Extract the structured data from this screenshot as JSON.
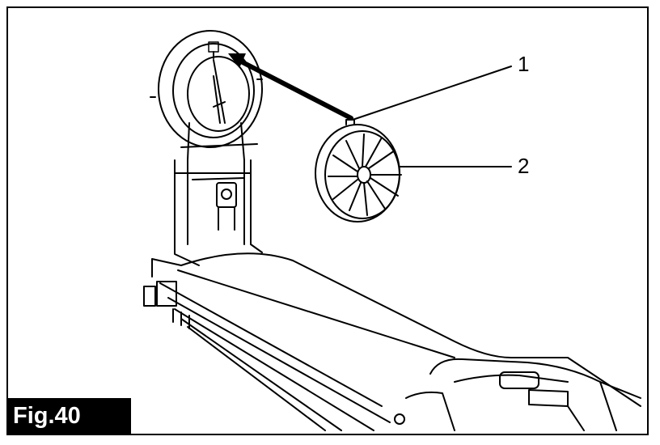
{
  "figure": {
    "label": "Fig.40",
    "callouts": [
      {
        "number": "1"
      },
      {
        "number": "2"
      }
    ]
  },
  "colors": {
    "line": "#000000",
    "background": "#ffffff",
    "label_background": "#000000",
    "label_text": "#ffffff"
  }
}
